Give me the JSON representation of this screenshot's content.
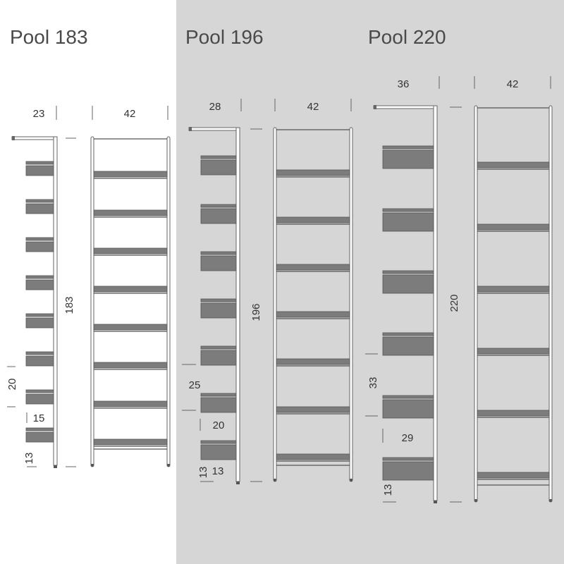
{
  "colors": {
    "background_left": "#ffffff",
    "background_right": "#d6d6d6",
    "shelf": "#7c7c7c",
    "line": "#555555"
  },
  "models": [
    {
      "title": "Pool 183",
      "depth": "23",
      "width": "42",
      "height": "183",
      "shelf_spacing": "20",
      "shelf_depth": "15",
      "base_height": "13",
      "base_height_2": ""
    },
    {
      "title": "Pool 196",
      "depth": "28",
      "width": "42",
      "height": "196",
      "shelf_spacing": "25",
      "shelf_depth": "20",
      "base_height": "13",
      "base_height_2": "13"
    },
    {
      "title": "Pool 220",
      "depth": "36",
      "width": "42",
      "height": "220",
      "shelf_spacing": "33",
      "shelf_depth": "29",
      "base_height": "13",
      "base_height_2": ""
    }
  ]
}
